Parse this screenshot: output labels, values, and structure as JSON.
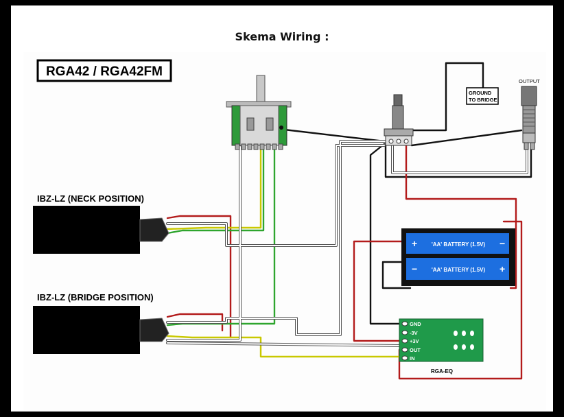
{
  "heading": "Skema Wiring :",
  "model_label": "RGA42 / RGA42FM",
  "pickups": {
    "neck": "IBZ-LZ (NECK POSITION)",
    "bridge": "IBZ-LZ (BRIDGE POSITION)"
  },
  "ground_label": [
    "GROUND",
    "TO BRIDGE"
  ],
  "output_label": "OUTPUT",
  "battery": {
    "top": "'AA' BATTERY (1.5V)",
    "bottom": "'AA' BATTERY (1.5V)",
    "plus": "+",
    "minus": "−"
  },
  "eq": {
    "name": "RGA-EQ",
    "pins": [
      "GND",
      "-3V",
      "+3V",
      "OUT",
      "IN"
    ]
  },
  "colors": {
    "pickup": "#000000",
    "battery_fill": "#1d6fe0",
    "eq_board": "#1f9a4a",
    "switch_green": "#2e9a3a",
    "wire_red": "#b31b1b",
    "wire_green": "#2ea52e",
    "wire_yellow": "#c9c800",
    "wire_white": "#ffffff",
    "wire_black": "#111111"
  }
}
